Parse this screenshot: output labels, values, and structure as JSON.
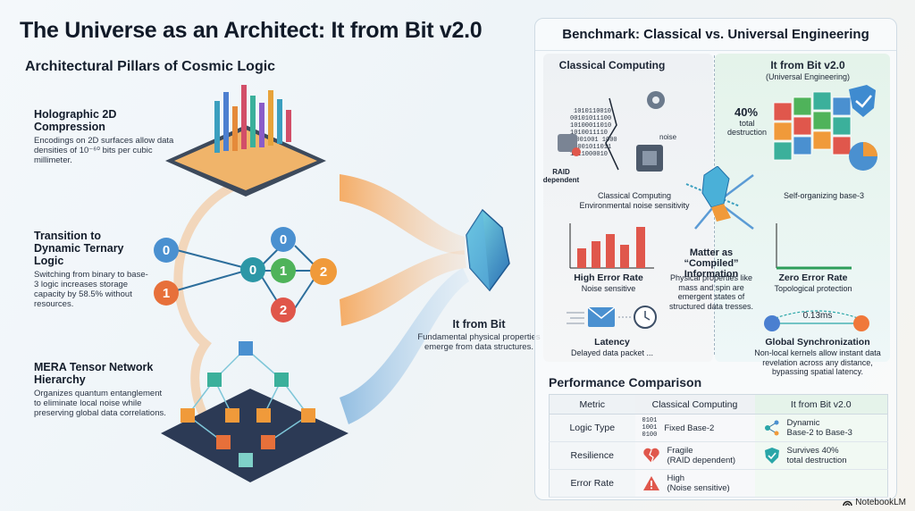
{
  "title": "The Universe as an Architect: It from Bit v2.0",
  "pillars": {
    "heading": "Architectural Pillars of Cosmic Logic",
    "items": [
      {
        "title": "Holographic 2D Compression",
        "desc": "Encodings on 2D surfaces allow data densities of 10⁻⁶⁰ bits per cubic millimeter."
      },
      {
        "title": "Transition to Dynamic Ternary Logic",
        "desc": "Switching from binary to base-3 logic increases storage capacity by 58.5% without resources."
      },
      {
        "title": "MERA Tensor Network Hierarchy",
        "desc": "Organizes quantum entanglement to eliminate local noise while preserving global data correlations."
      }
    ]
  },
  "ternary_nodes": [
    "0",
    "1",
    "0",
    "0",
    "1",
    "2",
    "2"
  ],
  "it_from_bit": {
    "title": "It from Bit",
    "desc": "Fundamental physical properties emerge from data structures."
  },
  "benchmark": {
    "title": "Benchmark: Classical vs. Universal Engineering",
    "classical": {
      "heading": "Classical Computing",
      "binary_lines": [
        "1010110010",
        "00101011100",
        "10100011010",
        "1010011110",
        "00001001 1000",
        "10001011011",
        "1011000010"
      ],
      "noise_label": "noise",
      "raid_label": "RAID dependent",
      "desc": "Classical Computing Environmental noise sensitivity",
      "error_title": "High Error Rate",
      "error_sub": "Noise sensitive",
      "latency_title": "Latency",
      "latency_sub": "Delayed data packet ..."
    },
    "center": {
      "title": "Matter as “Compiled” Information",
      "desc": "Physical properties like mass and spin are emergent states of structured data tresses."
    },
    "universal": {
      "heading": "It from Bit v2.0",
      "subheading": "(Universal Engineering)",
      "destruction_value": "40%",
      "destruction_label": "total destruction",
      "base3_label": "Self-organizing base-3",
      "error_title": "Zero Error Rate",
      "error_sub": "Topological protection",
      "sync_value": "0.13ms",
      "sync_title": "Global Synchronization",
      "sync_desc": "Non-local kernels allow instant data revelation across any distance, bypassing spatial latency."
    }
  },
  "performance": {
    "title": "Performance Comparison",
    "headers": [
      "Metric",
      "Classical Computing",
      "It from Bit v2.0"
    ],
    "rows": [
      {
        "metric": "Logic Type",
        "classical_icon": "binary-digits-icon",
        "classical_icon_text": "0101\n1001\n0100",
        "classical": "Fixed Base-2",
        "ifb_icon": "branching-nodes-icon",
        "ifb": "Dynamic\nBase-2 to Base-3"
      },
      {
        "metric": "Resilience",
        "classical_icon": "broken-heart-icon",
        "classical": "Fragile\n(RAID dependent)",
        "ifb_icon": "shield-icon",
        "ifb": "Survives 40%\ntotal destruction"
      },
      {
        "metric": "Error Rate",
        "classical_icon": "warning-triangle-icon",
        "classical": "High\n(Noise sensitive)",
        "ifb_icon": "",
        "ifb": ""
      }
    ]
  },
  "branding": "NotebookLM",
  "colors": {
    "classical_bar": "#e0574c",
    "universal_bar": "#2e9d5a",
    "accent_teal": "#2aa6a8",
    "orange": "#f08a3c"
  }
}
